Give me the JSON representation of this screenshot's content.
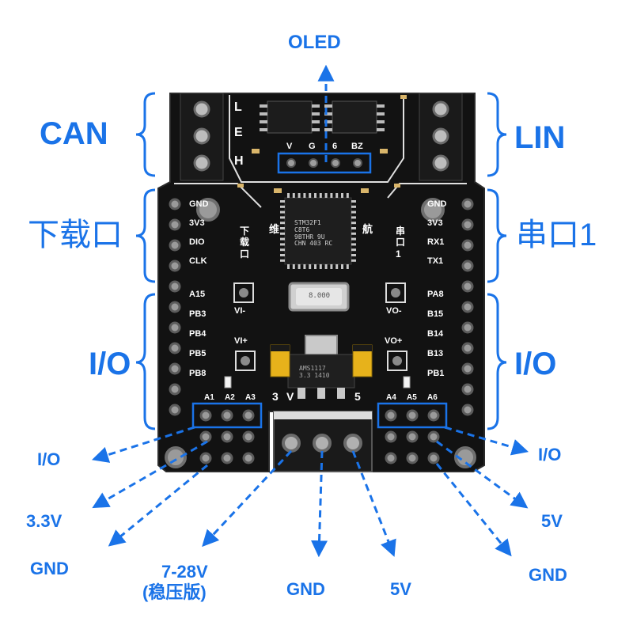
{
  "labels": {
    "oled": "OLED",
    "can": "CAN",
    "lin": "LIN",
    "download": "下载口",
    "serial": "串口1",
    "io_left": "I/O",
    "io_right": "I/O",
    "bottom": {
      "io_left": "I/O",
      "v33": "3.3V",
      "gnd_left": "GND",
      "vin": "7-28V",
      "vin_note": "(稳压版)",
      "gnd_center": "GND",
      "v5_center": "5V",
      "io_right": "I/O",
      "v5_right": "5V",
      "gnd_right": "GND"
    }
  },
  "silkscreen": {
    "left_pins": [
      "GND",
      "3V3",
      "DIO",
      "CLK",
      "A15",
      "PB3",
      "PB4",
      "PB5",
      "PB8"
    ],
    "right_pins": [
      "GND",
      "3V3",
      "RX1",
      "TX1",
      "PA8",
      "B15",
      "B14",
      "B13",
      "PB1"
    ],
    "left_vertical": "下载口",
    "right_vertical": "串口1",
    "chars": [
      "维",
      "航"
    ],
    "vi_minus": "VI-",
    "vi_plus": "VI+",
    "vo_minus": "VO-",
    "vo_plus": "VO+",
    "oled_pins": [
      "V",
      "G",
      "6",
      "BZ"
    ],
    "bottom_left": [
      "A1",
      "A2",
      "A3"
    ],
    "bottom_right": [
      "A4",
      "A5",
      "A6"
    ],
    "reg_pins": [
      "3",
      "V",
      "5"
    ],
    "side_letters": [
      "L",
      "E",
      "H"
    ],
    "mcu_text": "STM32F1\nC8T6\n9BTHR 9U\nCHN 403 RC",
    "crystal_text": "8.000",
    "reg_text": "AMS1117\n3.3 1410"
  },
  "colors": {
    "accent": "#1a73e8",
    "board": "#121212",
    "silk": "#ffffff"
  }
}
